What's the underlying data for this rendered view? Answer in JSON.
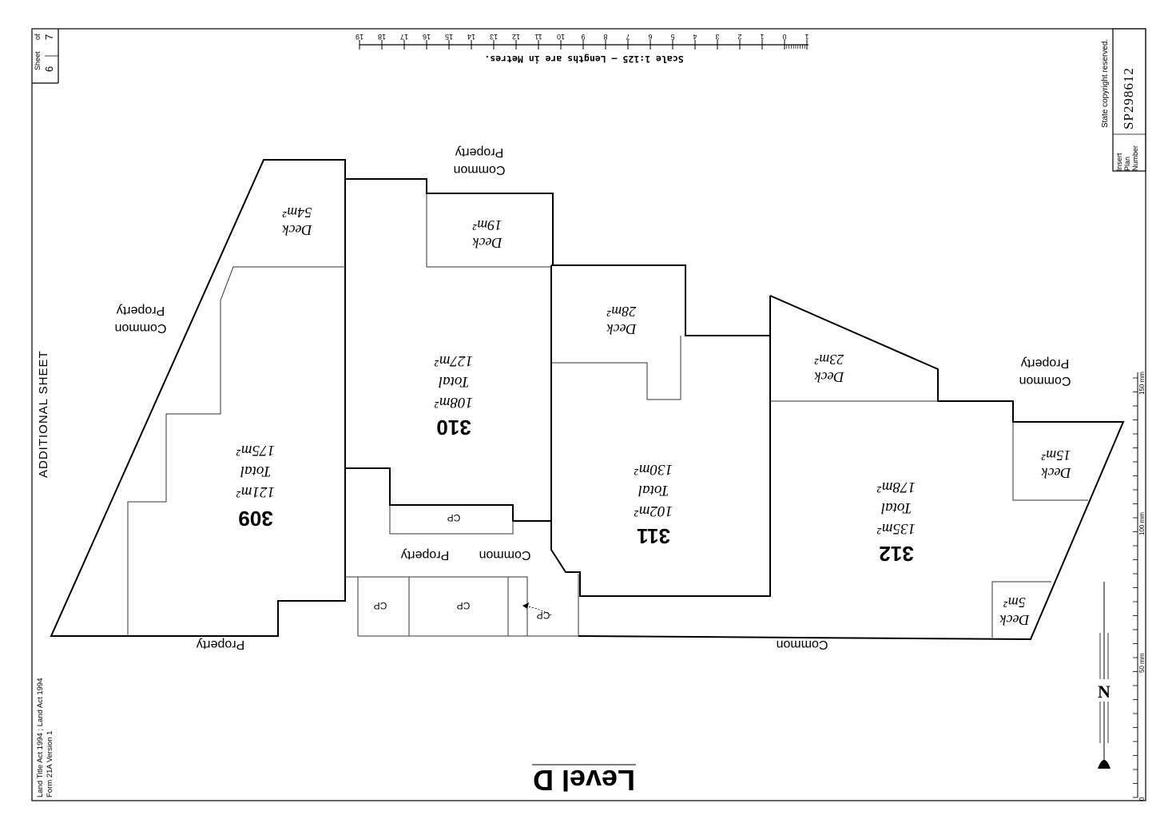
{
  "sheet": {
    "sheet_label": "Sheet",
    "sheet_number": "6",
    "of_label": "of",
    "total_sheets": "7"
  },
  "header": {
    "additional_sheet": "ADDITIONAL SHEET"
  },
  "legal": {
    "line1": "Land Title Act 1994 ;  Land Act 1994",
    "line2": "Form 21A Version 1"
  },
  "copyright": "State copyright reserved.",
  "plan_number": {
    "label_insert": "Insert",
    "label_plan": "Plan",
    "label_number": "Number",
    "value": "SP298612"
  },
  "scale": {
    "text": "Scale 1:125 – Lengths are in Metres.",
    "ticks": [
      "19",
      "18",
      "17",
      "16",
      "15",
      "14",
      "13",
      "12",
      "11",
      "10",
      "9",
      "8",
      "7",
      "6",
      "5",
      "4",
      "3",
      "2",
      "1",
      "0",
      "1"
    ]
  },
  "ruler": {
    "marks": [
      "150 mm",
      "100 mm",
      "50 mm",
      "0"
    ]
  },
  "north": "N",
  "level": "Level D",
  "lots": [
    {
      "number": "309",
      "main_area": "121m²",
      "total_label": "Total",
      "total_area": "175m²"
    },
    {
      "number": "310",
      "main_area": "108m²",
      "total_label": "Total",
      "total_area": "127m²"
    },
    {
      "number": "311",
      "main_area": "102m²",
      "total_label": "Total",
      "total_area": "130m²"
    },
    {
      "number": "312",
      "main_area": "135m²",
      "total_label": "Total",
      "total_area": "178m²"
    }
  ],
  "decks": [
    {
      "label": "Deck",
      "area": "54m²"
    },
    {
      "label": "Deck",
      "area": "19m²"
    },
    {
      "label": "Deck",
      "area": "28m²"
    },
    {
      "label": "Deck",
      "area": "23m²"
    },
    {
      "label": "Deck",
      "area": "15m²"
    },
    {
      "label": "Deck",
      "area": "5m²"
    }
  ],
  "common": {
    "word_common": "Common",
    "word_property": "Property",
    "cp": "CP"
  }
}
